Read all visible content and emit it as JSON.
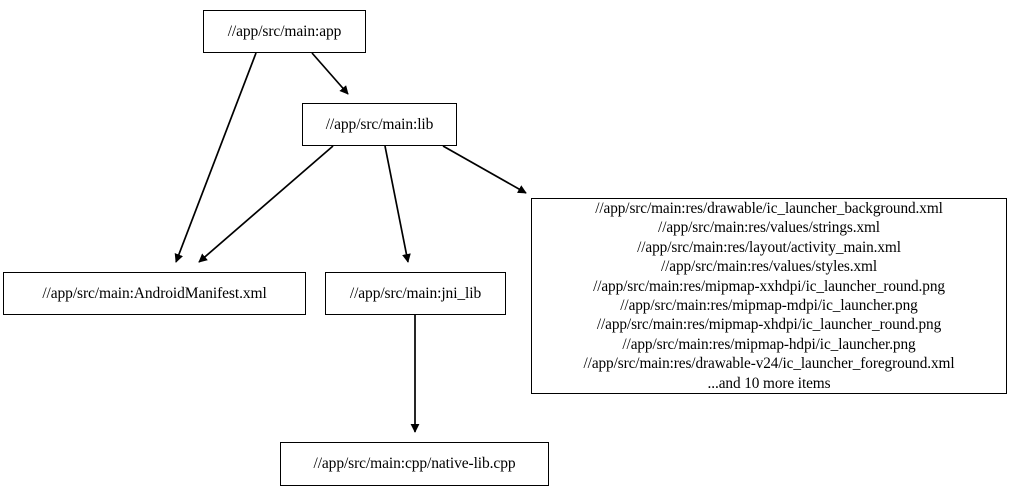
{
  "graph": {
    "type": "directed-dependency-graph",
    "background_color": "#ffffff",
    "node_border_color": "#000000",
    "node_fill_color": "#ffffff",
    "edge_color": "#000000",
    "nodes": [
      {
        "id": "app",
        "label": "//app/src/main:app"
      },
      {
        "id": "lib",
        "label": "//app/src/main:lib"
      },
      {
        "id": "manifest",
        "label": "//app/src/main:AndroidManifest.xml"
      },
      {
        "id": "jni",
        "label": "//app/src/main:jni_lib"
      },
      {
        "id": "native",
        "label": "//app/src/main:cpp/native-lib.cpp"
      },
      {
        "id": "res",
        "label": "//app/src/main:res/drawable/ic_launcher_background.xml\n//app/src/main:res/values/strings.xml\n//app/src/main:res/layout/activity_main.xml\n//app/src/main:res/values/styles.xml\n//app/src/main:res/mipmap-xxhdpi/ic_launcher_round.png\n//app/src/main:res/mipmap-mdpi/ic_launcher.png\n//app/src/main:res/mipmap-xhdpi/ic_launcher_round.png\n//app/src/main:res/mipmap-hdpi/ic_launcher.png\n//app/src/main:res/drawable-v24/ic_launcher_foreground.xml\n...and 10 more items",
        "lines": [
          "//app/src/main:res/drawable/ic_launcher_background.xml",
          "//app/src/main:res/values/strings.xml",
          "//app/src/main:res/layout/activity_main.xml",
          "//app/src/main:res/values/styles.xml",
          "//app/src/main:res/mipmap-xxhdpi/ic_launcher_round.png",
          "//app/src/main:res/mipmap-mdpi/ic_launcher.png",
          "//app/src/main:res/mipmap-xhdpi/ic_launcher_round.png",
          "//app/src/main:res/mipmap-hdpi/ic_launcher.png",
          "//app/src/main:res/drawable-v24/ic_launcher_foreground.xml",
          "...and 10 more items"
        ]
      }
    ],
    "edges": [
      {
        "from": "app",
        "to": "manifest"
      },
      {
        "from": "app",
        "to": "lib"
      },
      {
        "from": "lib",
        "to": "manifest"
      },
      {
        "from": "lib",
        "to": "jni"
      },
      {
        "from": "lib",
        "to": "res"
      },
      {
        "from": "jni",
        "to": "native"
      }
    ]
  }
}
